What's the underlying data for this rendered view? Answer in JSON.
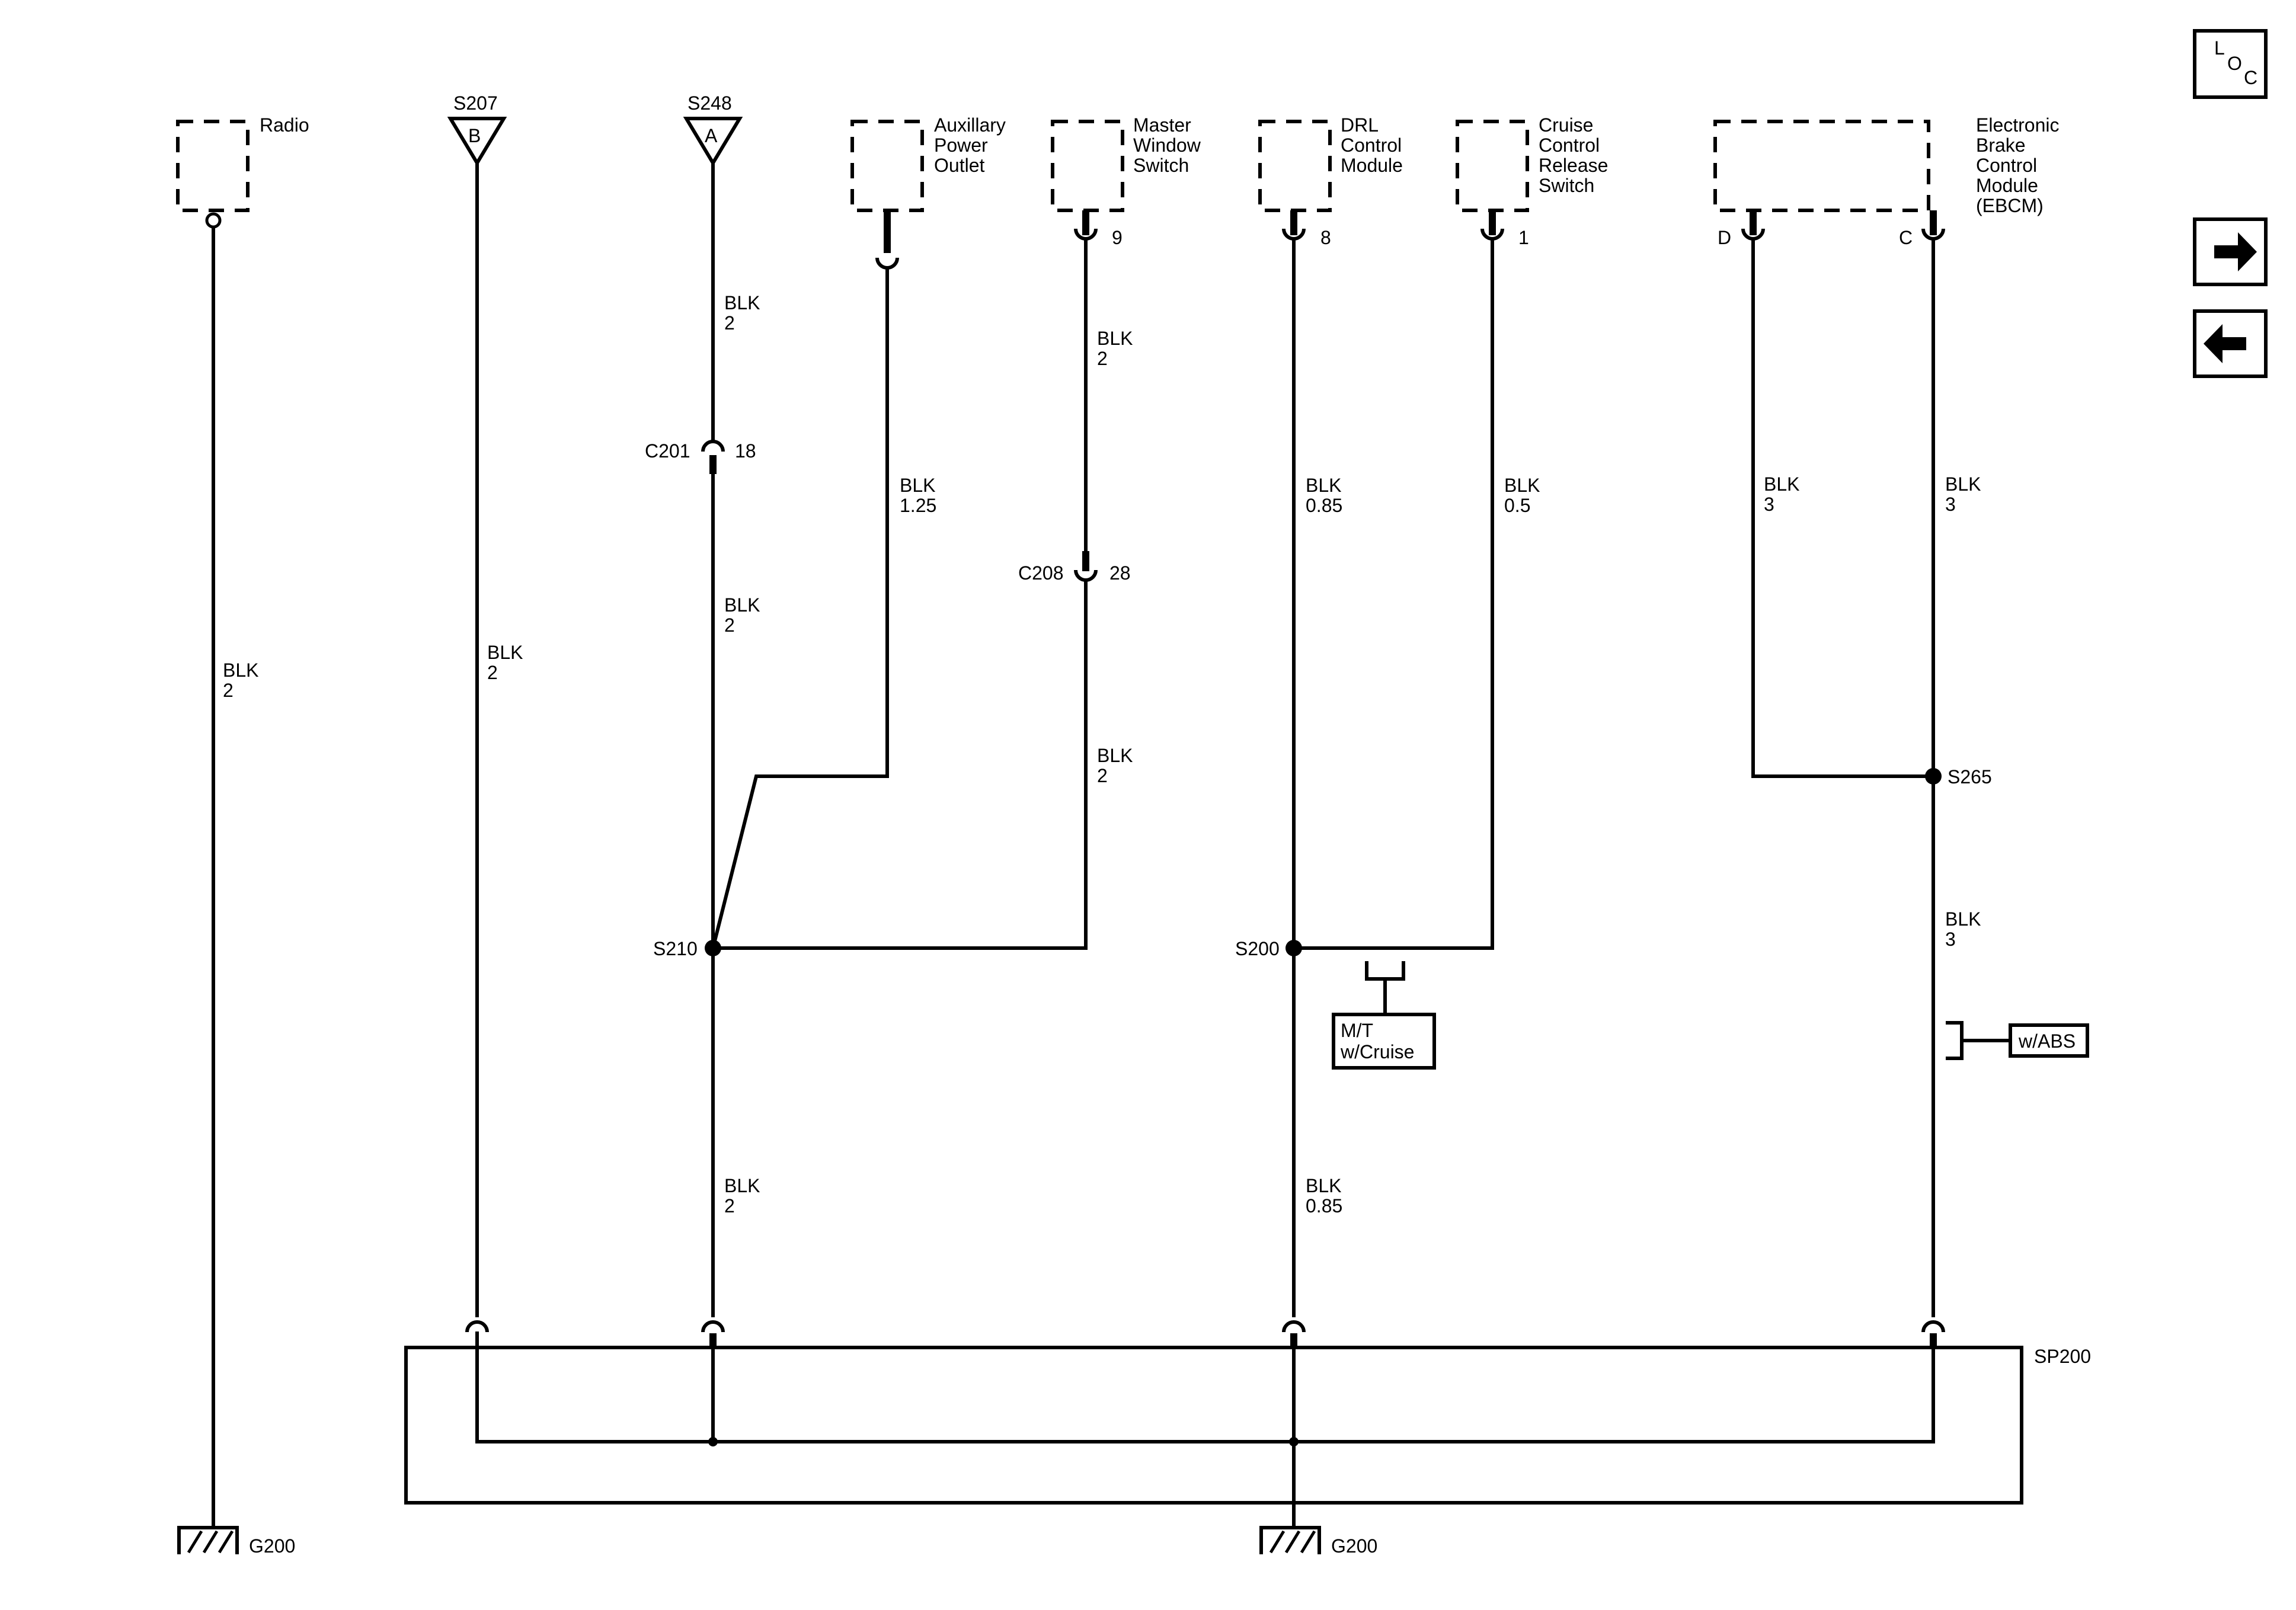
{
  "components": {
    "radio": "Radio",
    "aux1": "Auxillary",
    "aux2": "Power",
    "aux3": "Outlet",
    "mws1": "Master",
    "mws2": "Window",
    "mws3": "Switch",
    "drl1": "DRL",
    "drl2": "Control",
    "drl3": "Module",
    "ccrs1": "Cruise",
    "ccrs2": "Control",
    "ccrs3": "Release",
    "ccrs4": "Switch",
    "ebcm1": "Electronic",
    "ebcm2": "Brake",
    "ebcm3": "Control",
    "ebcm4": "Module",
    "ebcm5": "(EBCM)"
  },
  "splices": {
    "s207": "S207",
    "s207_letter": "B",
    "s248": "S248",
    "s248_letter": "A",
    "s210": "S210",
    "s200": "S200",
    "s265": "S265",
    "sp200": "SP200"
  },
  "connectors": {
    "c201": "C201",
    "c201_pin": "18",
    "c208": "C208",
    "c208_pin": "28"
  },
  "pins": {
    "mws": "9",
    "drl": "8",
    "ccrs": "1",
    "ebcm_d": "D",
    "ebcm_c": "C"
  },
  "wires": {
    "radio_color": "BLK",
    "radio_size": "2",
    "s207_color": "BLK",
    "s207_size": "2",
    "s248_top_color": "BLK",
    "s248_top_size": "2",
    "s248_mid_color": "BLK",
    "s248_mid_size": "2",
    "s248_bot_color": "BLK",
    "s248_bot_size": "2",
    "aux_color": "BLK",
    "aux_size": "1.25",
    "mws_top_color": "BLK",
    "mws_top_size": "2",
    "mws_bot_color": "BLK",
    "mws_bot_size": "2",
    "drl_top_color": "BLK",
    "drl_top_size": "0.85",
    "drl_bot_color": "BLK",
    "drl_bot_size": "0.85",
    "ccrs_color": "BLK",
    "ccrs_size": "0.5",
    "ebcm_d_color": "BLK",
    "ebcm_d_size": "3",
    "ebcm_c_color": "BLK",
    "ebcm_c_size": "3",
    "ebcm_bot_color": "BLK",
    "ebcm_bot_size": "3"
  },
  "options": {
    "mt1": "M/T",
    "mt2": "w/Cruise",
    "abs": "w/ABS"
  },
  "grounds": {
    "left": "G200",
    "center": "G200"
  },
  "nav": {
    "loc_l": "L",
    "loc_o": "O",
    "loc_c": "C",
    "forward_icon": "arrow-right-icon",
    "back_icon": "arrow-left-icon"
  }
}
